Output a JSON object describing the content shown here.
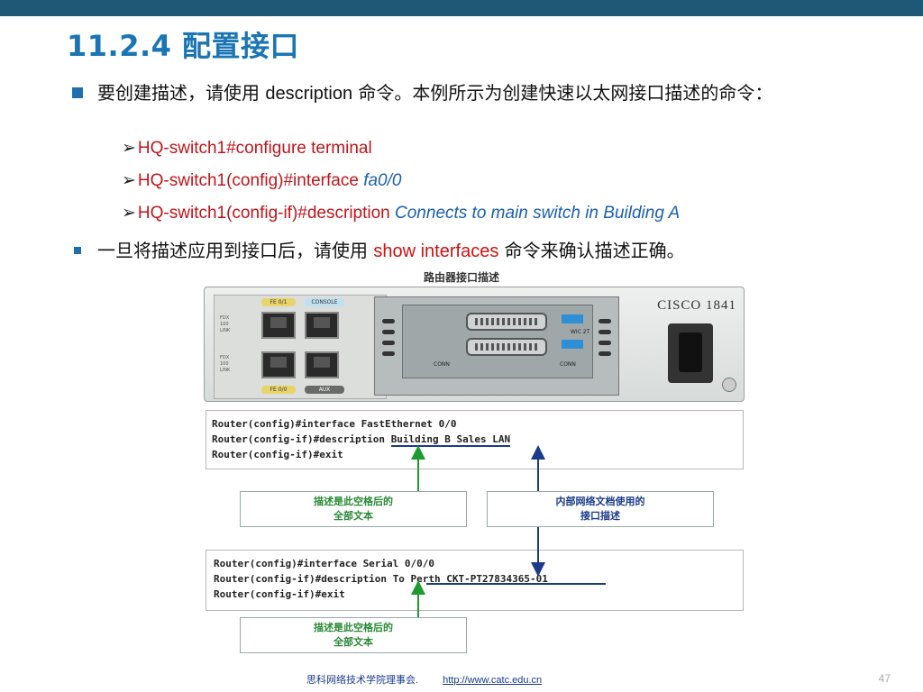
{
  "slide": {
    "title": "11.2.4 配置接口",
    "bullet1": {
      "text_a": "要创建描述，请使用 ",
      "keyword": "description",
      "text_b": " 命令。本例所示为创建快速以太网接口描述的命令："
    },
    "commands": [
      {
        "arrow": "➢",
        "prefix": "HQ-switch1#configure terminal",
        "italic": ""
      },
      {
        "arrow": "➢",
        "prefix": "HQ-switch1(config)#interface ",
        "italic": "fa0/0"
      },
      {
        "arrow": "➢",
        "prefix": "HQ-switch1(config-if)#description ",
        "italic": "Connects to main switch in Building A"
      }
    ],
    "bullet2": {
      "text_a": "一旦将描述应用到接口后，请使用 ",
      "keyword": "show interfaces",
      "text_b": " 命令来确认描述正确。"
    }
  },
  "figure": {
    "caption": "路由器接口描述",
    "router": {
      "logo": "CISCO 1841",
      "port_labels": [
        "FE 0/1",
        "CONSOLE",
        "FE 0/0",
        "AUX"
      ],
      "wic_label": "WIC 2T",
      "conn_labels": [
        "CONN",
        "CONN"
      ],
      "side_labels": [
        "FDX 100 LINK",
        "FDX 100 LINK"
      ]
    },
    "code_block_1": {
      "lines": [
        "Router(config)#interface FastEthernet 0/0",
        "Router(config-if)#description ",
        "Router(config-if)#exit"
      ],
      "description_value": "Building B Sales LAN"
    },
    "code_block_2": {
      "lines": [
        "Router(config)#interface Serial 0/0/0",
        "Router(config-if)#description ",
        "Router(config-if)#exit"
      ],
      "description_value": "To Perth CKT-PT27834365-01"
    },
    "callouts": {
      "green_top": [
        "描述是此空格后的",
        "全部文本"
      ],
      "blue": [
        "内部网络文档使用的",
        "接口描述"
      ],
      "green_bottom": [
        "描述是此空格后的",
        "全部文本"
      ]
    },
    "colors": {
      "green_arrow": "#1e9a2e",
      "blue_arrow": "#1a3a8a"
    }
  },
  "footer": {
    "org": "思科网络技术学院理事会.",
    "url": "http://www.catc.edu.cn",
    "page": "47"
  },
  "theme": {
    "top_bar": "#1f5877",
    "title": "#1a75b4",
    "command_red": "#c0141c",
    "italic_blue": "#1a5fb4"
  }
}
